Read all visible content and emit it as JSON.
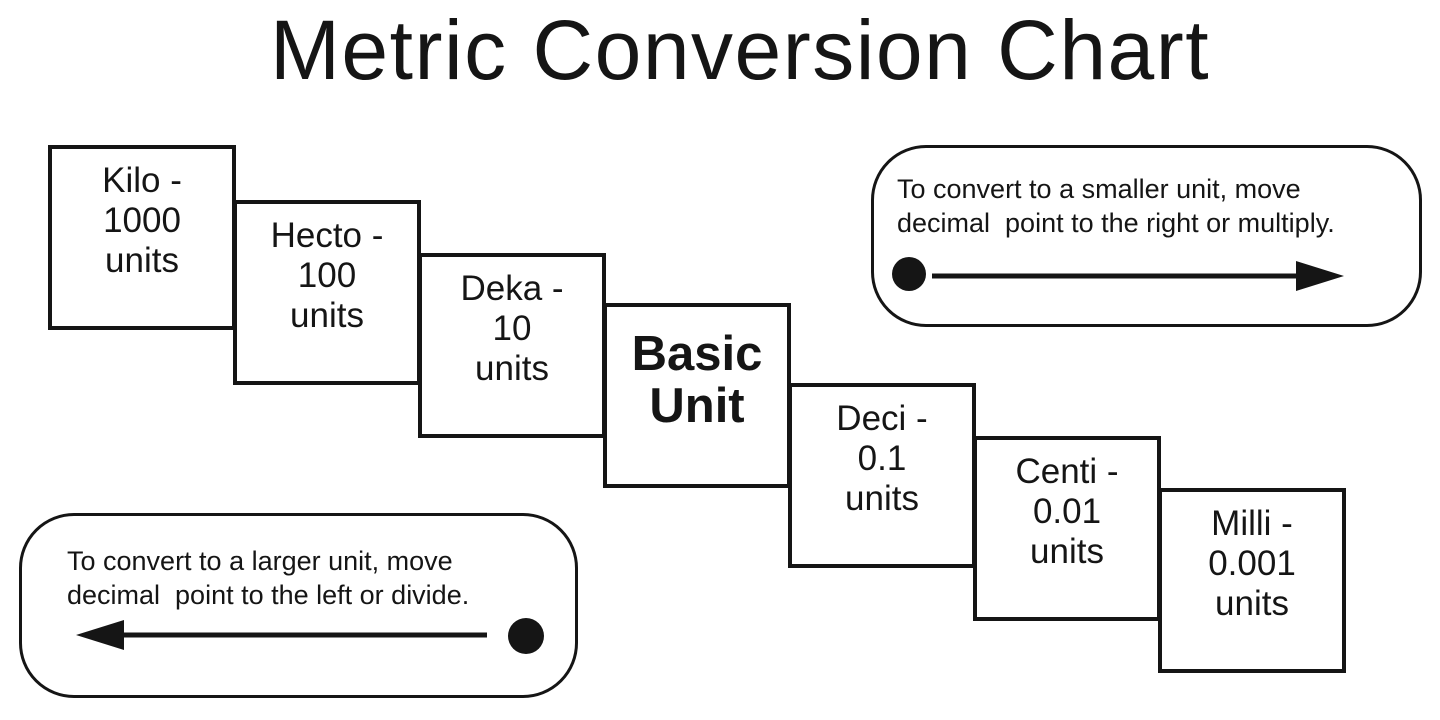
{
  "title": "Metric Conversion Chart",
  "colors": {
    "ink": "#151515",
    "background": "#ffffff"
  },
  "staircase": {
    "steps": [
      {
        "id": "kilo",
        "lines": [
          "Kilo -",
          "1000",
          "units"
        ]
      },
      {
        "id": "hecto",
        "lines": [
          "Hecto -",
          "100",
          "units"
        ]
      },
      {
        "id": "deka",
        "lines": [
          "Deka -",
          "10",
          "units"
        ]
      },
      {
        "id": "basic-unit",
        "lines": [
          "Basic",
          "Unit"
        ]
      },
      {
        "id": "deci",
        "lines": [
          "Deci -",
          "0.1",
          "units"
        ]
      },
      {
        "id": "centi",
        "lines": [
          "Centi -",
          "0.01",
          "units"
        ]
      },
      {
        "id": "milli",
        "lines": [
          "Milli -",
          "0.001",
          "units"
        ]
      }
    ]
  },
  "callouts": {
    "smaller": {
      "text": "To convert to a smaller unit, move\ndecimal  point to the right or multiply.",
      "arrow_direction": "right"
    },
    "larger": {
      "text": "To convert to a larger unit, move\ndecimal  point to the left or divide.",
      "arrow_direction": "left"
    }
  }
}
